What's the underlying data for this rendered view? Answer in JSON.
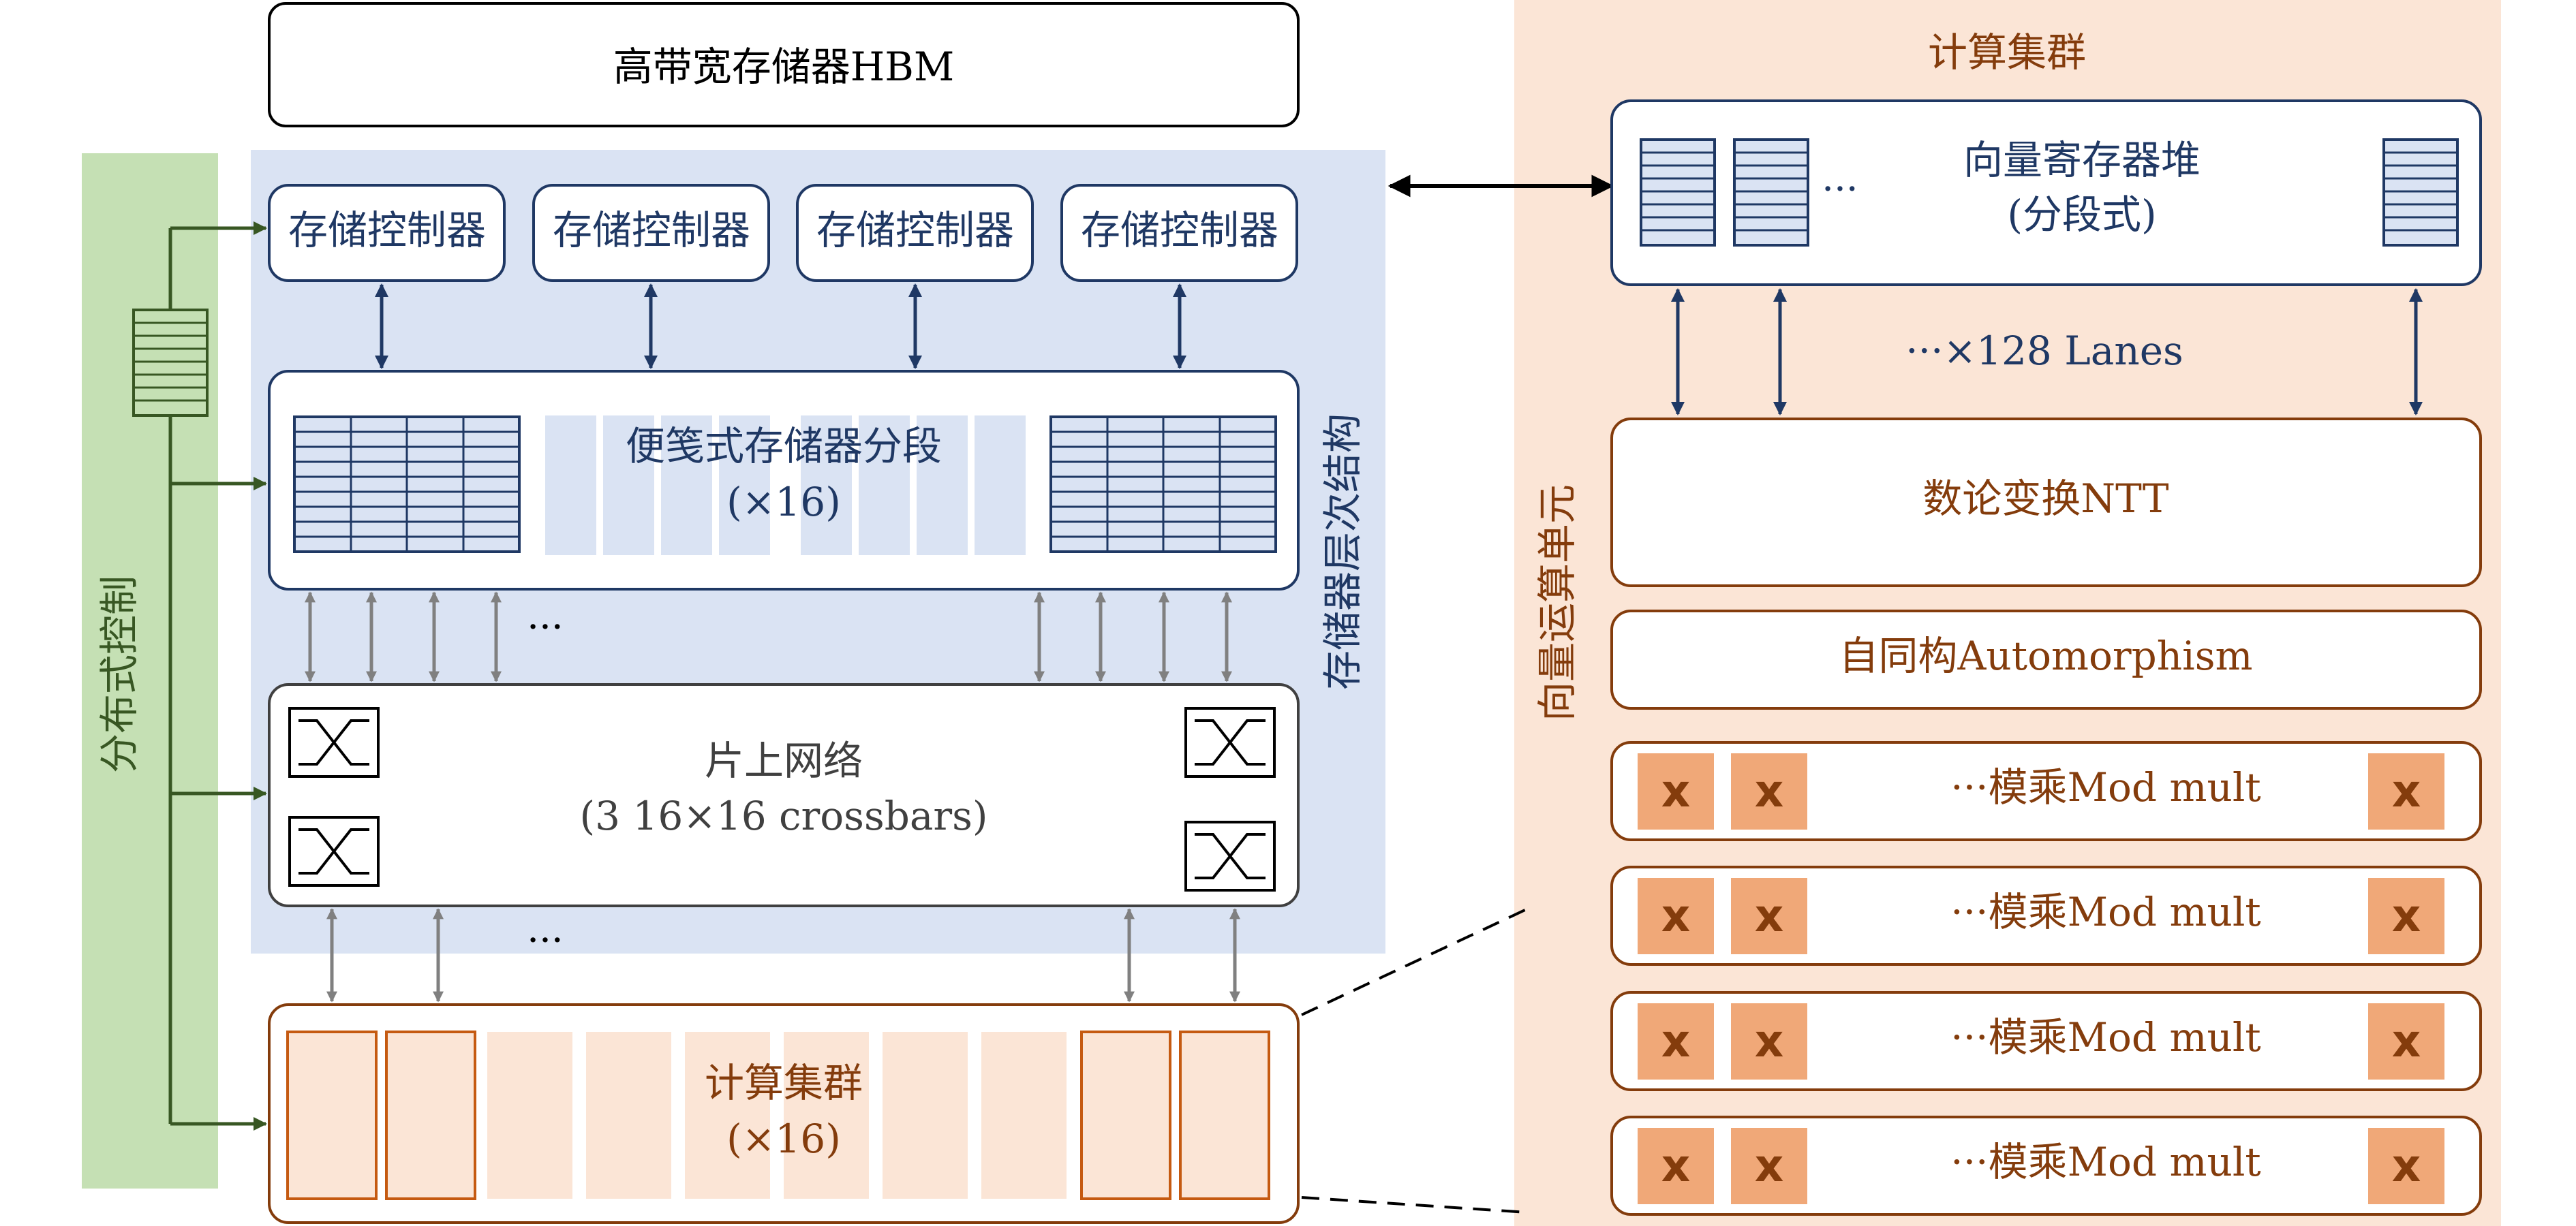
{
  "hbm": {
    "label": "高带宽存储器HBM"
  },
  "distributed_control": {
    "label": "分布式控制"
  },
  "memory_hierarchy": {
    "label": "存储器层次结构",
    "controllers": [
      "存储控制器",
      "存储控制器",
      "存储控制器",
      "存储控制器"
    ],
    "scratchpad": {
      "line1": "便笺式存储器分段",
      "line2": "(×16)"
    },
    "dots_upper": "···",
    "noc": {
      "line1": "片上网络",
      "line2": "(3 16×16 crossbars)"
    },
    "dots_lower": "···"
  },
  "compute_clusters": {
    "line1": "计算集群",
    "line2": "(×16)"
  },
  "cluster_detail": {
    "title": "计算集群",
    "vector_unit_label": "向量运算单元",
    "vrf": {
      "line1": "向量寄存器堆",
      "line2": "(分段式)",
      "dots": "···"
    },
    "lanes_label": "···×128 Lanes",
    "ntt": "数论变换NTT",
    "automorphism": "自同构Automorphism",
    "modmult_label": "···模乘Mod mult",
    "multiplier_symbol": "x"
  },
  "colors": {
    "navy": "#1f3864",
    "dark_green": "#385723",
    "green_bg": "#c5e0b4",
    "blue_bg": "#dae3f3",
    "orange_bg": "#fbe5d6",
    "brown": "#843c0c",
    "gray_arrow": "#808080",
    "mult_fill": "#f0a878"
  }
}
